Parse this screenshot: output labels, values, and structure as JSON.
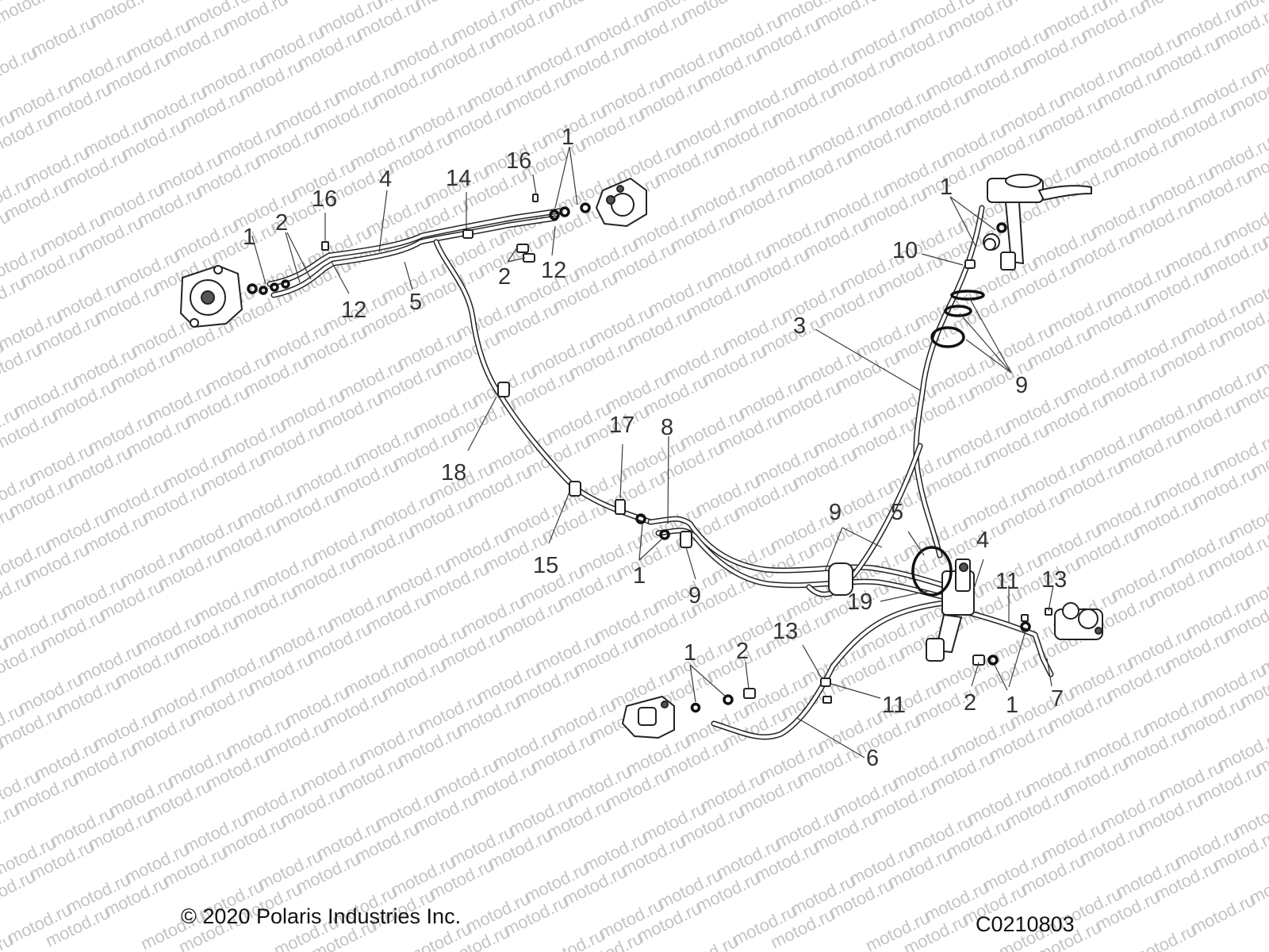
{
  "watermark": "motod.ru",
  "footer": {
    "copyright": "© 2020 Polaris Industries Inc.",
    "drawing_code": "C0210803"
  },
  "callouts": [
    {
      "id": "c1",
      "label": "1"
    },
    {
      "id": "c2",
      "label": "2"
    },
    {
      "id": "c3",
      "label": "16"
    },
    {
      "id": "c4",
      "label": "4"
    },
    {
      "id": "c5",
      "label": "14"
    },
    {
      "id": "c6",
      "label": "16"
    },
    {
      "id": "c7",
      "label": "1"
    },
    {
      "id": "c8",
      "label": "12"
    },
    {
      "id": "c9",
      "label": "5"
    },
    {
      "id": "c10",
      "label": "2"
    },
    {
      "id": "c11",
      "label": "12"
    },
    {
      "id": "c12",
      "label": "1"
    },
    {
      "id": "c13",
      "label": "10"
    },
    {
      "id": "c14",
      "label": "3"
    },
    {
      "id": "c15",
      "label": "9"
    },
    {
      "id": "c16",
      "label": "18"
    },
    {
      "id": "c17",
      "label": "17"
    },
    {
      "id": "c18",
      "label": "8"
    },
    {
      "id": "c19",
      "label": "15"
    },
    {
      "id": "c20",
      "label": "1"
    },
    {
      "id": "c21",
      "label": "9"
    },
    {
      "id": "c22",
      "label": "9"
    },
    {
      "id": "c23",
      "label": "5"
    },
    {
      "id": "c24",
      "label": "4"
    },
    {
      "id": "c25",
      "label": "19"
    },
    {
      "id": "c26",
      "label": "11"
    },
    {
      "id": "c27",
      "label": "13"
    },
    {
      "id": "c28",
      "label": "13"
    },
    {
      "id": "c29",
      "label": "1"
    },
    {
      "id": "c30",
      "label": "2"
    },
    {
      "id": "c31",
      "label": "11"
    },
    {
      "id": "c32",
      "label": "2"
    },
    {
      "id": "c33",
      "label": "1"
    },
    {
      "id": "c34",
      "label": "7"
    },
    {
      "id": "c35",
      "label": "6"
    }
  ]
}
